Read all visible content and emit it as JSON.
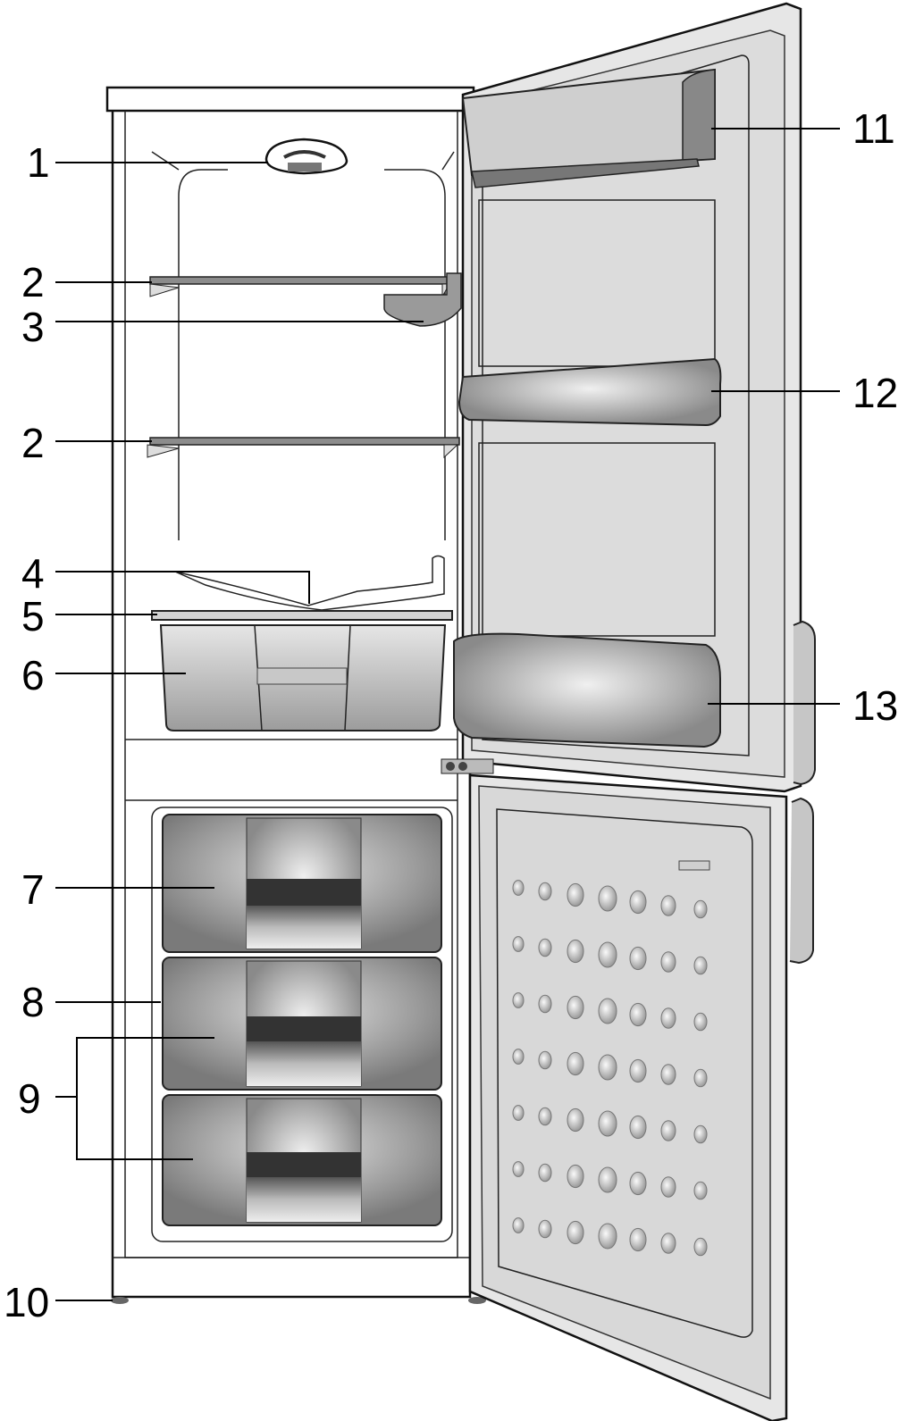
{
  "diagram": {
    "labels": [
      {
        "id": "1",
        "text": "1"
      },
      {
        "id": "2a",
        "text": "2"
      },
      {
        "id": "3",
        "text": "3"
      },
      {
        "id": "2b",
        "text": "2"
      },
      {
        "id": "4",
        "text": "4"
      },
      {
        "id": "5",
        "text": "5"
      },
      {
        "id": "6",
        "text": "6"
      },
      {
        "id": "7",
        "text": "7"
      },
      {
        "id": "8",
        "text": "8"
      },
      {
        "id": "9",
        "text": "9"
      },
      {
        "id": "10",
        "text": "10"
      },
      {
        "id": "11",
        "text": "11"
      },
      {
        "id": "12",
        "text": "12"
      },
      {
        "id": "13",
        "text": "13"
      }
    ]
  }
}
